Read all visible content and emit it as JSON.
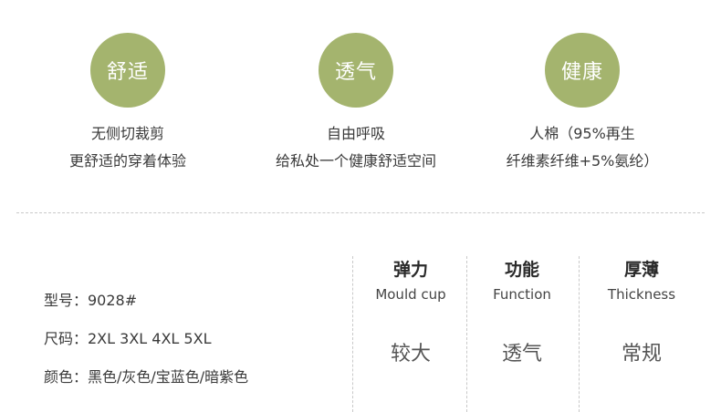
{
  "features": [
    {
      "circle_text": "舒适",
      "line1": "无侧切裁剪",
      "line2": "更舒适的穿着体验"
    },
    {
      "circle_text": "透气",
      "line1": "自由呼吸",
      "line2": "给私处一个健康舒适空间"
    },
    {
      "circle_text": "健康",
      "line1": "人棉（95%再生",
      "line2": "纤维素纤维+5%氨纶）"
    }
  ],
  "specs": {
    "model": "型号：9028#",
    "size": "尺码：2XL 3XL 4XL 5XL",
    "color": "颜色：黑色/灰色/宝蓝色/暗紫色"
  },
  "attributes": [
    {
      "title": "弹力",
      "subtitle": "Mould cup",
      "value": "较大"
    },
    {
      "title": "功能",
      "subtitle": "Function",
      "value": "透气"
    },
    {
      "title": "厚薄",
      "subtitle": "Thickness",
      "value": "常规"
    }
  ],
  "colors": {
    "accent": "#a4b46e"
  }
}
